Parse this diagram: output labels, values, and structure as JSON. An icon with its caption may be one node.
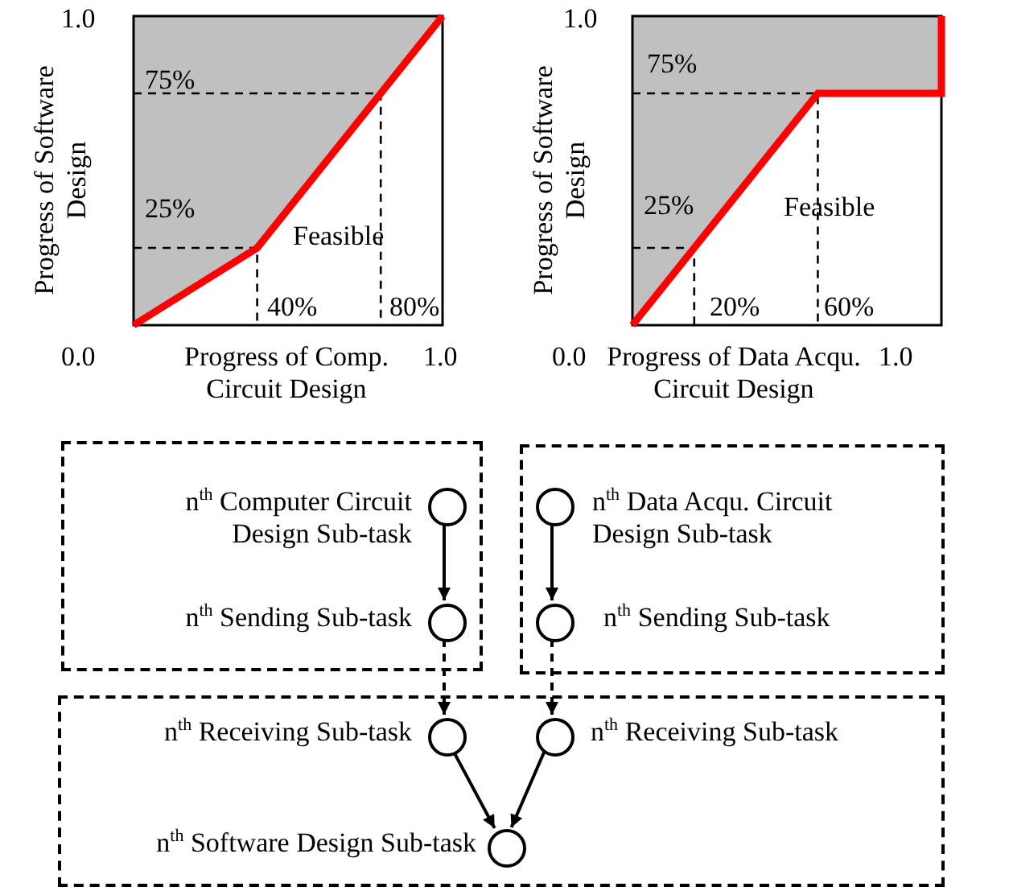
{
  "diagram": {
    "nodes": [
      {
        "text": [],
        "shape": "box"
      },
      {
        "text": [],
        "shape": "circle",
        "in": 0,
        "beside": [
          "n$^{th}$ Computer Circuit Design Sub-task"
        ]
      },
      {
        "text": [],
        "shape": "circle",
        "in": 0,
        "beside": [
          "n$^{th}$ Sending Sub-task"
        ]
      },
      {
        "text": [],
        "shape": "box"
      },
      {
        "text": [],
        "shape": "circle",
        "in": 3,
        "beside": [
          "n$^{th}$ Data Acqu. Circuit Design Sub-task"
        ]
      },
      {
        "text": [],
        "shape": "circle",
        "in": 3,
        "beside": [
          "n$^{th}$ Sending Sub-task"
        ]
      },
      {
        "text": [],
        "shape": "box"
      },
      {
        "text": [],
        "shape": "circle",
        "in": 6,
        "beside": [
          "n$^{th}$ Receiving Sub-task"
        ]
      },
      {
        "text": [],
        "shape": "circle",
        "in": 6,
        "beside": [
          "n$^{th}$ Receiving Sub-task"
        ]
      },
      {
        "text": [],
        "shape": "circle",
        "in": 6,
        "beside": [
          "n$^{th}$ Software Design Sub-task"
        ]
      }
    ],
    "edges": [
      {
        "from": 1,
        "to": 2,
        "arrow": "to"
      },
      {
        "from": 4,
        "to": 5,
        "arrow": "to"
      },
      {
        "from": 2,
        "to": 7,
        "arrow": "to",
        "style": "dashed"
      },
      {
        "from": 5,
        "to": 8,
        "arrow": "to",
        "style": "dashed"
      },
      {
        "from": 7,
        "to": 9,
        "arrow": "to"
      },
      {
        "from": 8,
        "to": 9,
        "arrow": "to"
      }
    ],
    "labels": [
      "1.0",
      "Progress of Software Design",
      "75%",
      "25%",
      "Feasible",
      "40%",
      "80%",
      "0.0",
      "Progress of Comp. Circuit Design",
      "1.0",
      "1.0",
      "Progress of Software Design",
      "75%",
      "25%",
      "Feasible",
      "20%",
      "60%",
      "0.0",
      "Progress of Data Acqu. Circuit Design",
      "1.0"
    ]
  }
}
